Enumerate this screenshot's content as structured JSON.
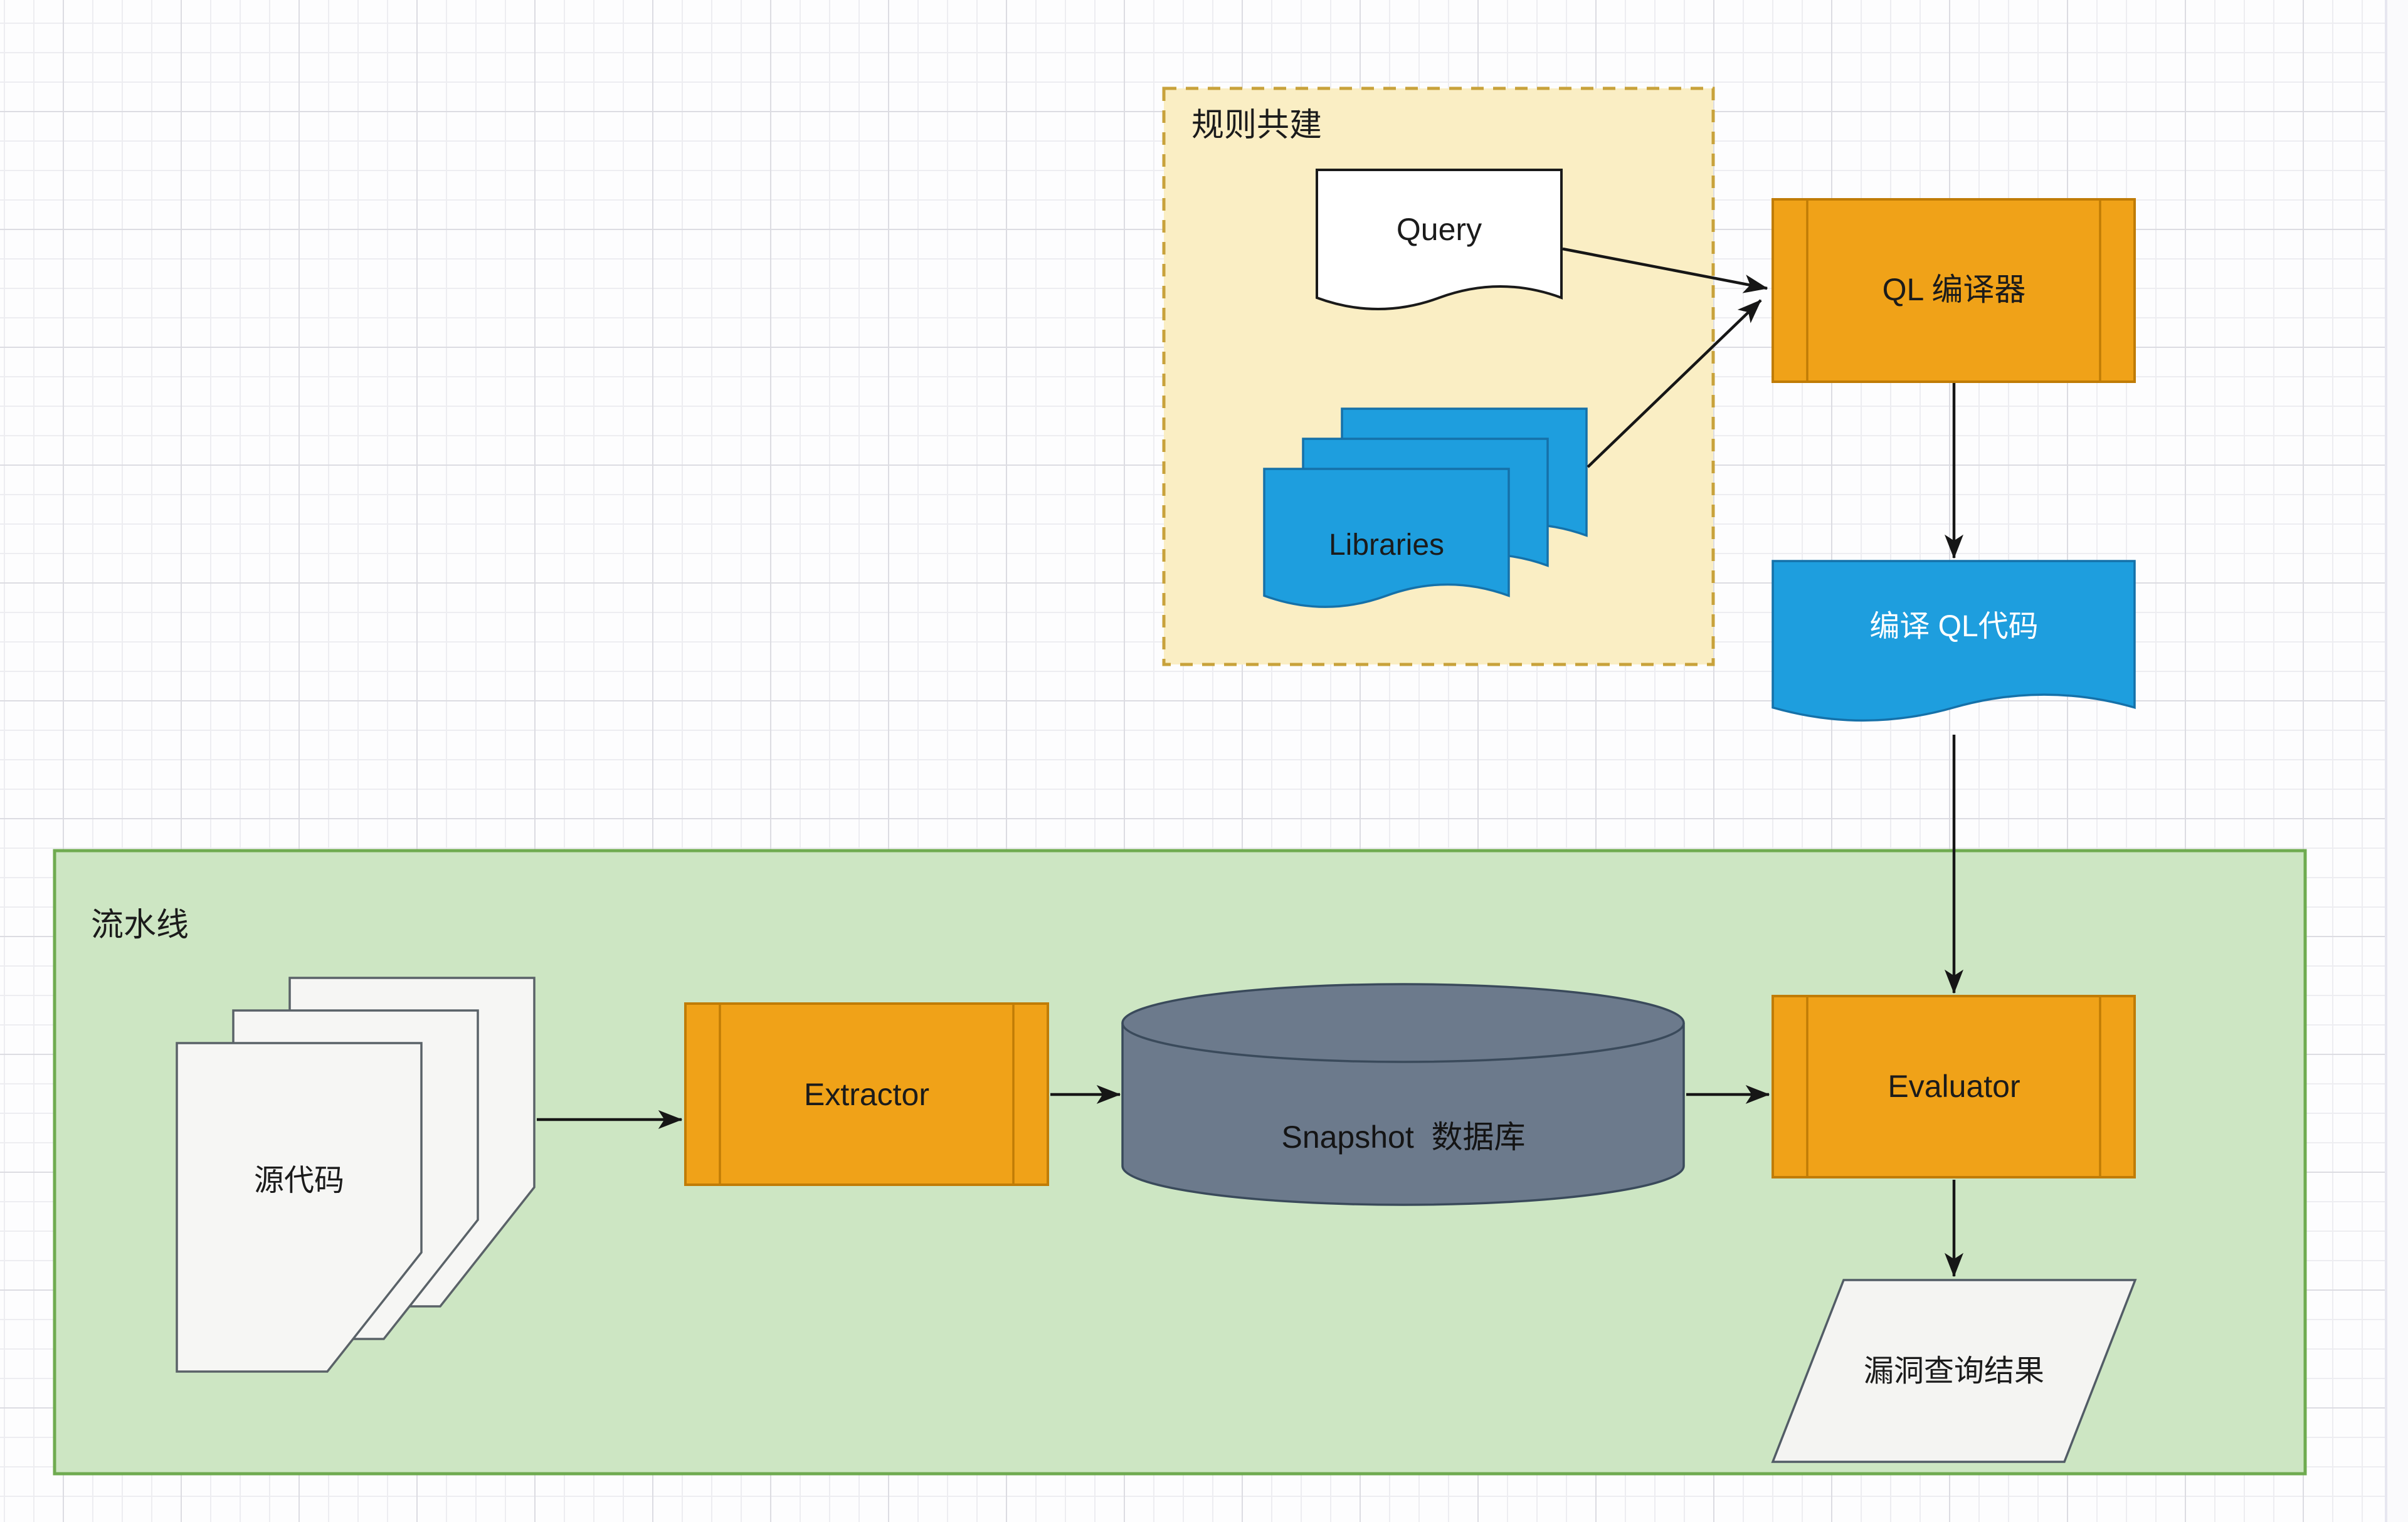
{
  "diagram": {
    "groups": {
      "rules": {
        "label": "规则共建",
        "fill": "#FAEEC4",
        "border": "#C8A23B",
        "border_style": "dashed"
      },
      "pipeline": {
        "label": "流水线",
        "fill": "#CDE6C3",
        "border": "#6FAB50",
        "border_style": "solid"
      }
    },
    "nodes": {
      "query": {
        "label": "Query",
        "shape": "document",
        "fill": "#FFFFFF",
        "stroke": "#1A1A1A",
        "text_color": "#1B1B1B"
      },
      "libraries": {
        "label": "Libraries",
        "shape": "document-stack",
        "count": 3,
        "fill": "#1E9EDE",
        "stroke": "#1571A9",
        "text_color": "#1B1B1B"
      },
      "ql_compiler": {
        "label": "QL 编译器",
        "shape": "process",
        "fill": "#F0A218",
        "stroke": "#C07C06",
        "text_color": "#1B1B1B"
      },
      "compiled_ql": {
        "label": "编译 QL代码",
        "shape": "document",
        "fill": "#1E9EDE",
        "stroke": "#1571A9",
        "text_color": "#FFFFFF"
      },
      "source_code": {
        "label": "源代码",
        "shape": "page-stack",
        "count": 3,
        "fill": "#F6F6F4",
        "stroke": "#5A6268",
        "text_color": "#1B1B1B"
      },
      "extractor": {
        "label": "Extractor",
        "shape": "process",
        "fill": "#F0A218",
        "stroke": "#C07C06",
        "text_color": "#1B1B1B"
      },
      "snapshot_db": {
        "label": "Snapshot  数据库",
        "shape": "cylinder",
        "fill": "#6C7A8C",
        "stroke": "#3A4A5B",
        "text_color": "#141414"
      },
      "evaluator": {
        "label": "Evaluator",
        "shape": "process",
        "fill": "#F0A218",
        "stroke": "#C07C06",
        "text_color": "#1B1B1B"
      },
      "result": {
        "label": "漏洞查询结果",
        "shape": "parallelogram",
        "fill": "#F4F4F2",
        "stroke": "#525C66",
        "text_color": "#1B1B1B"
      }
    },
    "edges": [
      {
        "name": "query-to-ql-compiler",
        "from": "query",
        "to": "ql_compiler"
      },
      {
        "name": "libraries-to-ql-compiler",
        "from": "libraries",
        "to": "ql_compiler"
      },
      {
        "name": "ql-compiler-to-compiled-ql",
        "from": "ql_compiler",
        "to": "compiled_ql"
      },
      {
        "name": "compiled-ql-to-evaluator",
        "from": "compiled_ql",
        "to": "evaluator"
      },
      {
        "name": "source-code-to-extractor",
        "from": "source_code",
        "to": "extractor"
      },
      {
        "name": "extractor-to-snapshot-db",
        "from": "extractor",
        "to": "snapshot_db"
      },
      {
        "name": "snapshot-db-to-evaluator",
        "from": "snapshot_db",
        "to": "evaluator"
      },
      {
        "name": "evaluator-to-result",
        "from": "evaluator",
        "to": "result"
      }
    ],
    "canvas": {
      "background": "#FDFDFE",
      "grid_minor": "#EDEDF1",
      "grid_major": "#DCDCE2",
      "arrow_color": "#161616"
    }
  }
}
